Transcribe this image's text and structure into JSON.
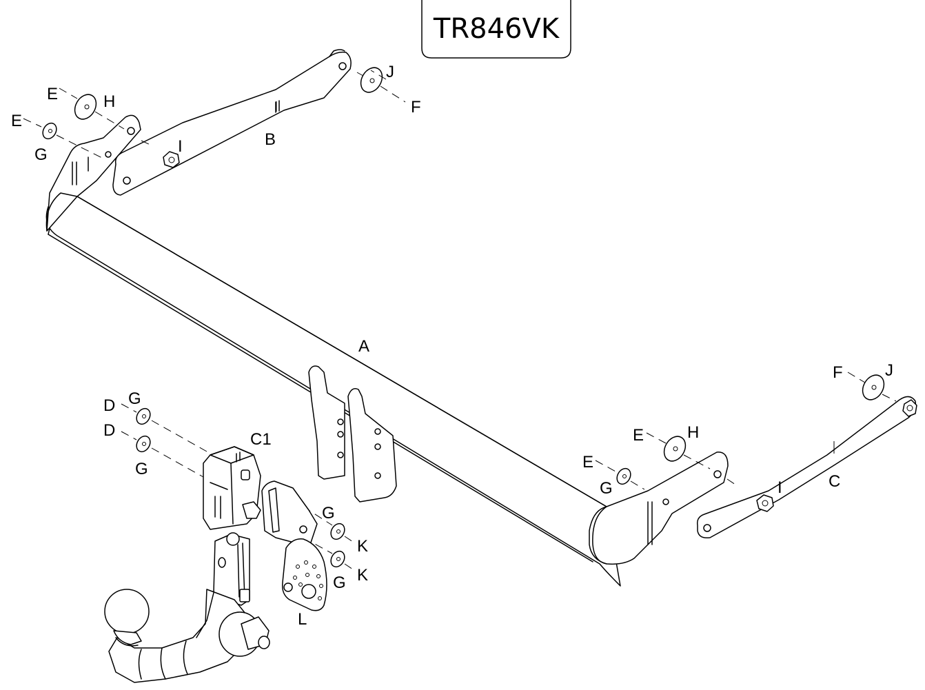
{
  "title": "TR846VK",
  "labels": {
    "A": "A",
    "B": "B",
    "C": "C",
    "C1": "C1",
    "D1": "D",
    "D2": "D",
    "E1": "E",
    "E2": "E",
    "E3": "E",
    "E4": "E",
    "F1": "F",
    "F2": "F",
    "G1": "G",
    "G2": "G",
    "G3": "G",
    "G4": "G",
    "G5": "G",
    "G6": "G",
    "H1": "H",
    "H2": "H",
    "I1": "I",
    "I2": "I",
    "J1": "J",
    "J2": "J",
    "K1": "K",
    "K2": "K",
    "L": "L"
  }
}
